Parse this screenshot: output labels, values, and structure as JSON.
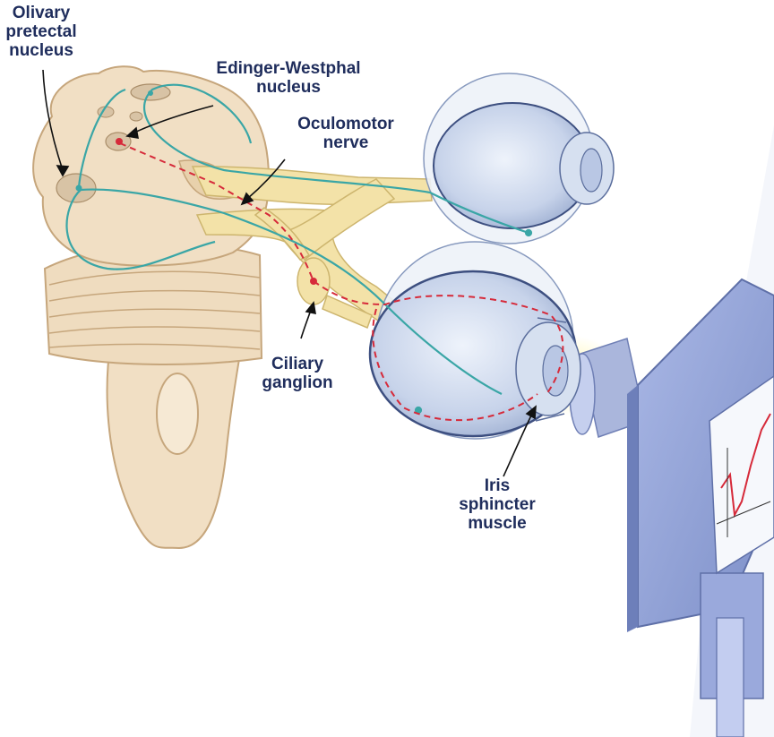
{
  "labels": {
    "olivary": [
      "Olivary",
      "pretectal",
      "nucleus"
    ],
    "edinger": [
      "Edinger-Westphal",
      "nucleus"
    ],
    "oculomotor": [
      "Oculomotor",
      "nerve"
    ],
    "ciliary": [
      "Ciliary",
      "ganglion"
    ],
    "iris": [
      "Iris",
      "sphincter",
      "muscle"
    ]
  },
  "colors": {
    "label": "#1f2d5c",
    "brainstem": "#f1dfc4",
    "brainstem_shade": "#d9be96",
    "afferent_pathway": "#3aa6a6",
    "efferent_pathway": "#d62a3a",
    "nerve": "#f3e2a8",
    "eye": "#c9d5ea",
    "device": "#8e9fd3"
  }
}
